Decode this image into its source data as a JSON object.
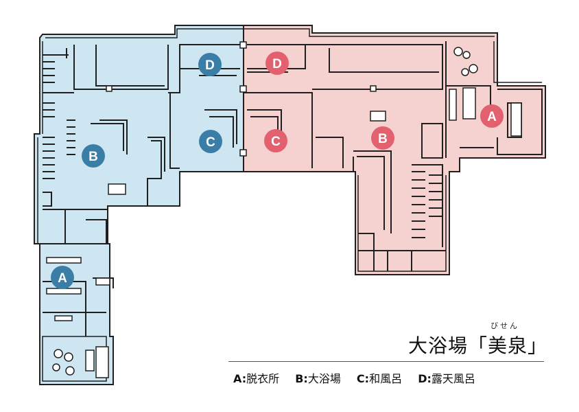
{
  "title": "大浴場「美泉」",
  "ruby": "びせん",
  "colors": {
    "men_zone": "#cde6f2",
    "women_zone": "#f5d2d0",
    "men_marker": "#3a7ea7",
    "women_marker": "#e3606e",
    "wall": "#1f1f1f"
  },
  "markers": {
    "men": {
      "A": "A",
      "B": "B",
      "C": "C",
      "D": "D"
    },
    "women": {
      "A": "A",
      "B": "B",
      "C": "C",
      "D": "D"
    }
  },
  "legend": [
    {
      "key": "A",
      "label": "脱衣所"
    },
    {
      "key": "B",
      "label": "大浴場"
    },
    {
      "key": "C",
      "label": "和風呂"
    },
    {
      "key": "D",
      "label": "露天風呂"
    }
  ]
}
